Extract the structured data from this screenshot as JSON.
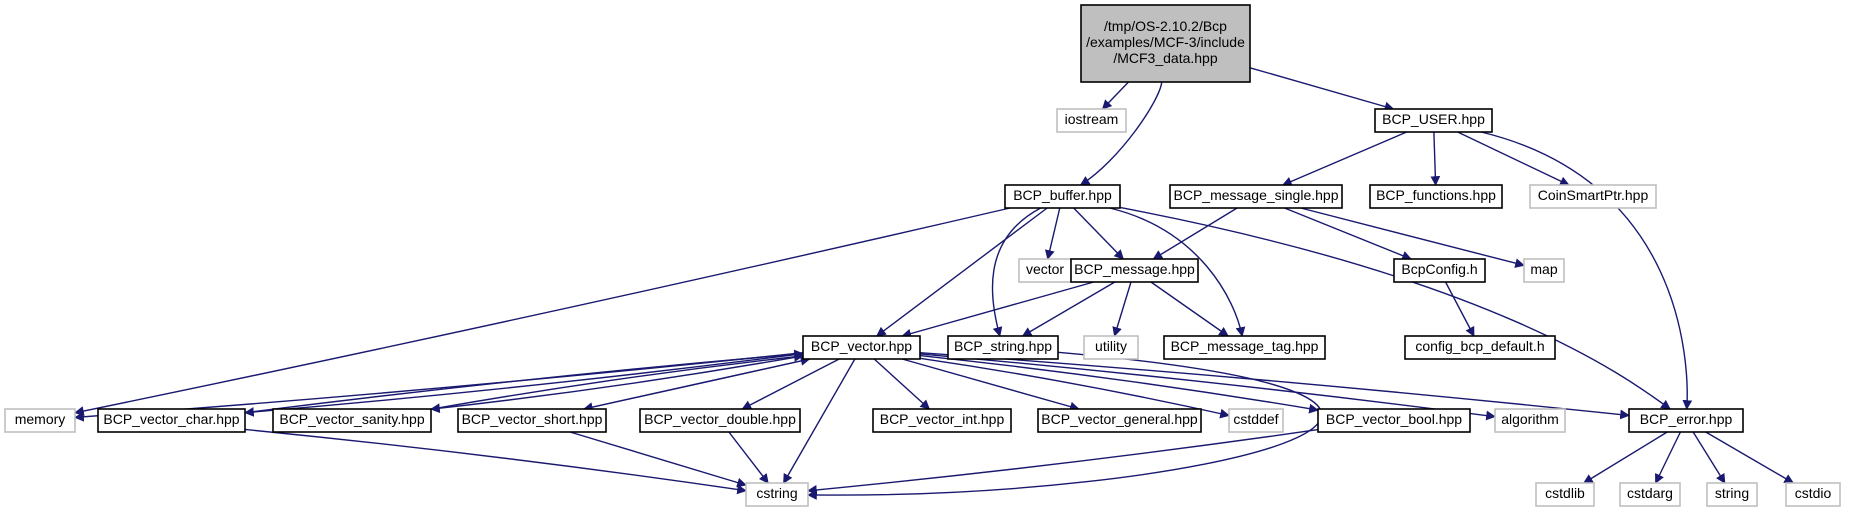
{
  "colors": {
    "edge": "#191970",
    "arrow": "#191970",
    "local_border": "#000000",
    "system_border": "#bfbfbf",
    "root_fill": "#bfbfbf",
    "text": "#000000"
  },
  "nodes": {
    "root": {
      "lines": [
        "/tmp/OS-2.10.2/Bcp",
        "/examples/MCF-3/include",
        "/MCF3_data.hpp"
      ],
      "kind": "root"
    },
    "iostream": {
      "lines": [
        "iostream"
      ],
      "kind": "system"
    },
    "user": {
      "lines": [
        "BCP_USER.hpp"
      ],
      "kind": "local"
    },
    "buffer": {
      "lines": [
        "BCP_buffer.hpp"
      ],
      "kind": "local"
    },
    "msg_single": {
      "lines": [
        "BCP_message_single.hpp"
      ],
      "kind": "local"
    },
    "functions": {
      "lines": [
        "BCP_functions.hpp"
      ],
      "kind": "local"
    },
    "coinsmart": {
      "lines": [
        "CoinSmartPtr.hpp"
      ],
      "kind": "system"
    },
    "vector_sys": {
      "lines": [
        "vector"
      ],
      "kind": "system"
    },
    "message": {
      "lines": [
        "BCP_message.hpp"
      ],
      "kind": "local"
    },
    "bcpconfig": {
      "lines": [
        "BcpConfig.h"
      ],
      "kind": "local"
    },
    "map": {
      "lines": [
        "map"
      ],
      "kind": "system"
    },
    "vector": {
      "lines": [
        "BCP_vector.hpp"
      ],
      "kind": "local"
    },
    "string_h": {
      "lines": [
        "BCP_string.hpp"
      ],
      "kind": "local"
    },
    "utility": {
      "lines": [
        "utility"
      ],
      "kind": "system"
    },
    "msg_tag": {
      "lines": [
        "BCP_message_tag.hpp"
      ],
      "kind": "local"
    },
    "config_def": {
      "lines": [
        "config_bcp_default.h"
      ],
      "kind": "local"
    },
    "memory": {
      "lines": [
        "memory"
      ],
      "kind": "system"
    },
    "v_char": {
      "lines": [
        "BCP_vector_char.hpp"
      ],
      "kind": "local"
    },
    "v_sanity": {
      "lines": [
        "BCP_vector_sanity.hpp"
      ],
      "kind": "local"
    },
    "v_short": {
      "lines": [
        "BCP_vector_short.hpp"
      ],
      "kind": "local"
    },
    "v_double": {
      "lines": [
        "BCP_vector_double.hpp"
      ],
      "kind": "local"
    },
    "v_int": {
      "lines": [
        "BCP_vector_int.hpp"
      ],
      "kind": "local"
    },
    "v_general": {
      "lines": [
        "BCP_vector_general.hpp"
      ],
      "kind": "local"
    },
    "cstddef": {
      "lines": [
        "cstddef"
      ],
      "kind": "system"
    },
    "v_bool": {
      "lines": [
        "BCP_vector_bool.hpp"
      ],
      "kind": "local"
    },
    "algorithm": {
      "lines": [
        "algorithm"
      ],
      "kind": "system"
    },
    "error": {
      "lines": [
        "BCP_error.hpp"
      ],
      "kind": "local"
    },
    "cstring": {
      "lines": [
        "cstring"
      ],
      "kind": "system"
    },
    "cstdlib": {
      "lines": [
        "cstdlib"
      ],
      "kind": "system"
    },
    "cstdarg": {
      "lines": [
        "cstdarg"
      ],
      "kind": "system"
    },
    "string_sys": {
      "lines": [
        "string"
      ],
      "kind": "system"
    },
    "cstdio": {
      "lines": [
        "cstdio"
      ],
      "kind": "system"
    }
  },
  "edges": [
    [
      "root",
      "iostream"
    ],
    [
      "root",
      "buffer"
    ],
    [
      "root",
      "user"
    ],
    [
      "user",
      "msg_single"
    ],
    [
      "user",
      "functions"
    ],
    [
      "user",
      "coinsmart"
    ],
    [
      "user",
      "error"
    ],
    [
      "buffer",
      "memory"
    ],
    [
      "buffer",
      "vector_sys"
    ],
    [
      "buffer",
      "vector"
    ],
    [
      "buffer",
      "string_h"
    ],
    [
      "buffer",
      "message"
    ],
    [
      "buffer",
      "msg_tag"
    ],
    [
      "buffer",
      "error"
    ],
    [
      "msg_single",
      "message"
    ],
    [
      "msg_single",
      "bcpconfig"
    ],
    [
      "msg_single",
      "map"
    ],
    [
      "message",
      "vector"
    ],
    [
      "message",
      "string_h"
    ],
    [
      "message",
      "utility"
    ],
    [
      "message",
      "msg_tag"
    ],
    [
      "bcpconfig",
      "config_def"
    ],
    [
      "vector",
      "memory"
    ],
    [
      "vector",
      "v_char"
    ],
    [
      "vector",
      "v_sanity"
    ],
    [
      "vector",
      "v_short"
    ],
    [
      "vector",
      "v_double"
    ],
    [
      "vector",
      "v_int"
    ],
    [
      "vector",
      "v_general"
    ],
    [
      "vector",
      "cstddef"
    ],
    [
      "vector",
      "v_bool"
    ],
    [
      "vector",
      "algorithm"
    ],
    [
      "vector",
      "error"
    ],
    [
      "vector",
      "cstring"
    ],
    [
      "v_char",
      "vector"
    ],
    [
      "v_sanity",
      "vector"
    ],
    [
      "v_short",
      "vector"
    ],
    [
      "v_char",
      "cstring"
    ],
    [
      "v_short",
      "cstring"
    ],
    [
      "v_double",
      "cstring"
    ],
    [
      "v_bool",
      "cstring"
    ],
    [
      "string_h",
      "cstring"
    ],
    [
      "error",
      "cstdlib"
    ],
    [
      "error",
      "cstdarg"
    ],
    [
      "error",
      "string_sys"
    ],
    [
      "error",
      "cstdio"
    ]
  ]
}
